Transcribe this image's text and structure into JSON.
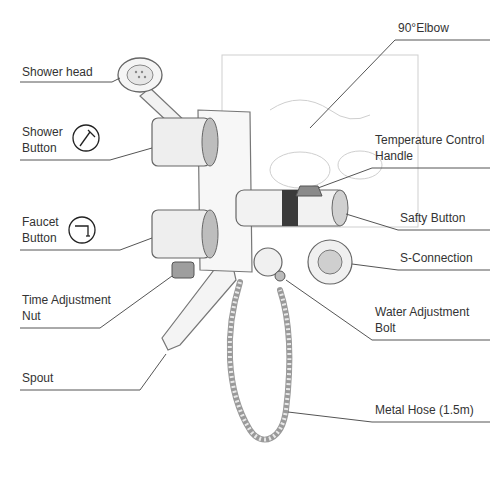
{
  "diagram": {
    "labels": [
      "Shower head",
      "Shower Button",
      "Faucet Button",
      "Time Adjustment Nut",
      "Spout",
      "90°Elbow",
      "Temperature Control Handle",
      "Safty Button",
      "S-Connection",
      "Water Adjustment Bolt",
      "Metal Hose (1.5m)"
    ]
  }
}
